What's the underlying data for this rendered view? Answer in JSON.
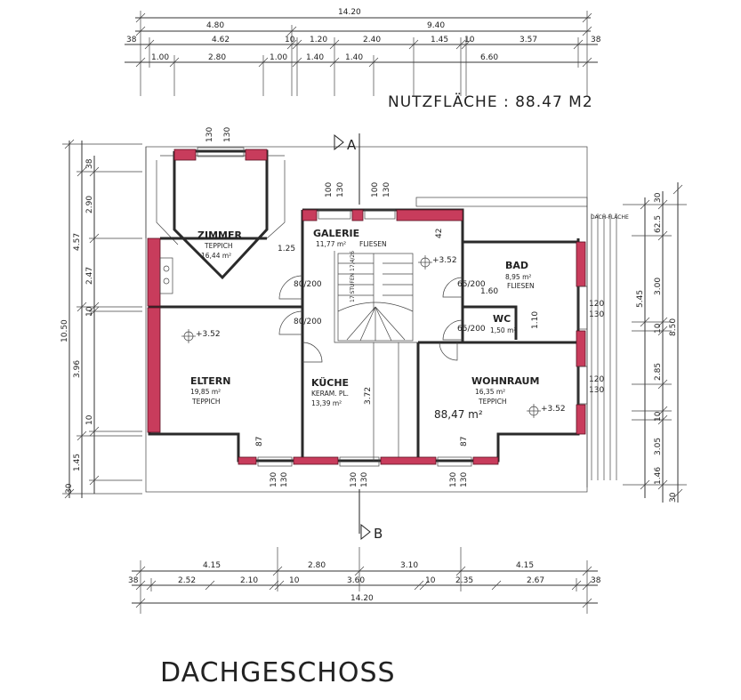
{
  "title": "DACHGESCHOSS",
  "nutzflaeche": "NUTZFLÄCHE : 88.47 M2",
  "total_area": "88,47 m²",
  "colors": {
    "wall_fill": "#c83c5c",
    "ink": "#222222"
  },
  "section_marks": {
    "a": "A",
    "b": "B"
  },
  "dims_top": {
    "overall": "14.20",
    "row1": [
      "4.80",
      "9.40"
    ],
    "row2": [
      "38",
      "4.62",
      "10",
      "1.20",
      "2.40",
      "1.45",
      "10",
      "3.57",
      "38"
    ],
    "row3": [
      "1.00",
      "2.80",
      "1.00",
      "1.40",
      "1.40",
      "6.60"
    ]
  },
  "dims_bottom": {
    "row1": [
      "4.15",
      "2.80",
      "3.10",
      "4.15"
    ],
    "row2": [
      "38",
      "2.52",
      "2.10",
      "10",
      "3.60",
      "10",
      "2.35",
      "2.67",
      "38"
    ],
    "overall": "14.20"
  },
  "dims_left": {
    "overall": "10.50",
    "outer": [
      "4.57",
      "3.96",
      "1.45"
    ],
    "inner": [
      "38",
      "2.90",
      "2.47",
      "10",
      "10",
      "30"
    ]
  },
  "dims_right": {
    "outer": [
      "5.45",
      "8.50"
    ],
    "inner": [
      "30",
      "62.5",
      "3.00",
      "10",
      "2.85",
      "10",
      "3.05",
      "1.46",
      "30"
    ]
  },
  "window_dims": [
    "130",
    "130",
    "100",
    "130",
    "100",
    "130",
    "120",
    "130",
    "120",
    "130",
    "130",
    "130",
    "130",
    "130",
    "130",
    "130"
  ],
  "rooms": {
    "zimmer": {
      "name": "ZIMMER",
      "floor": "TEPPICH",
      "area": "16,44 m²"
    },
    "galerie": {
      "name": "GALERIE",
      "area": "11,77 m²",
      "floor": "FLIESEN"
    },
    "bad": {
      "name": "BAD",
      "area": "8,95 m²",
      "floor": "FLIESEN"
    },
    "wc": {
      "name": "WC",
      "area": "1,50 m²"
    },
    "eltern": {
      "name": "ELTERN",
      "area": "19,85 m²",
      "floor": "TEPPICH"
    },
    "kueche": {
      "name": "KÜCHE",
      "floor": "KERAM. PL.",
      "area": "13,39 m²"
    },
    "wohnraum": {
      "name": "WOHNRAUM",
      "area": "16,35 m²",
      "floor": "TEPPICH"
    }
  },
  "level_marks": [
    "+3.52",
    "+3.52",
    "+3.52"
  ],
  "door_labels": [
    "80/200",
    "80/200",
    "65/200",
    "65/200"
  ],
  "stair_label": "17 STUFEN 17,4/26",
  "misc_labels": {
    "dachflaeche": "DACH-FLÄCHE",
    "bad_w": "1.60",
    "wc_w": "1.10",
    "stair_w": "3.72",
    "col_87a": "87",
    "col_87b": "87",
    "r42": "42",
    "r125": "1.25"
  }
}
